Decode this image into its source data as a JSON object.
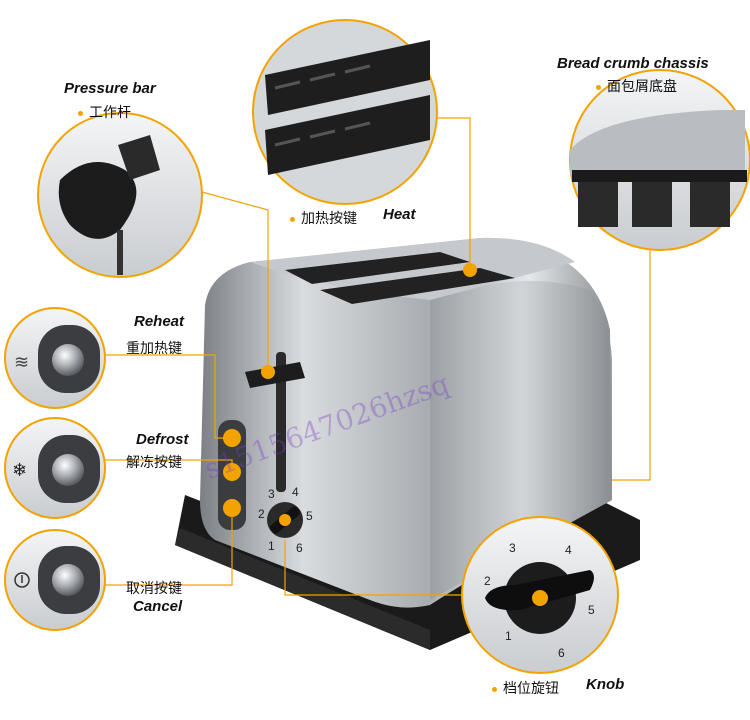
{
  "callouts": {
    "pressure_bar": {
      "en": "Pressure bar",
      "cn": "工作杆"
    },
    "heat": {
      "en": "Heat",
      "cn": "加热按键"
    },
    "crumb": {
      "en": "Bread crumb chassis",
      "cn": "面包屑底盘"
    },
    "reheat": {
      "en": "Reheat",
      "cn": "重加热键"
    },
    "defrost": {
      "en": "Defrost",
      "cn": "解冻按键"
    },
    "cancel": {
      "en": "Cancel",
      "cn": "取消按键"
    },
    "knob": {
      "en": "Knob",
      "cn": "档位旋钮"
    }
  },
  "knob_numbers": [
    "1",
    "2",
    "3",
    "4",
    "5",
    "6"
  ],
  "small_knob_numbers": [
    "1",
    "2",
    "3",
    "4",
    "5",
    "6"
  ],
  "watermark": "s1515647026hzsq",
  "colors": {
    "accent": "#f2a300",
    "steel": "#b8bcc0",
    "black": "#1a1a1a"
  }
}
